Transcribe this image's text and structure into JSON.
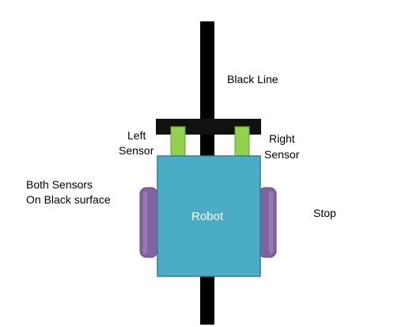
{
  "labels": {
    "line": "Black Line",
    "left_sensor_line1": "Left",
    "left_sensor_line2": "Sensor",
    "right_sensor_line1": "Right",
    "right_sensor_line2": "Sensor",
    "condition_line1": "Both Sensors",
    "condition_line2": "On Black surface",
    "robot": "Robot",
    "action": "Stop"
  },
  "colors": {
    "line": "#000000",
    "sensor_bar": "#111111",
    "sensor": "#92D050",
    "sensor_border": "#6E9A3A",
    "robot_body": "#4BACC6",
    "robot_border": "#357D91",
    "robot_text": "#ffffff",
    "wheel": "#8064A2",
    "wheel_border": "#5E4A7A",
    "wheel_highlight": "#A58CC2"
  }
}
